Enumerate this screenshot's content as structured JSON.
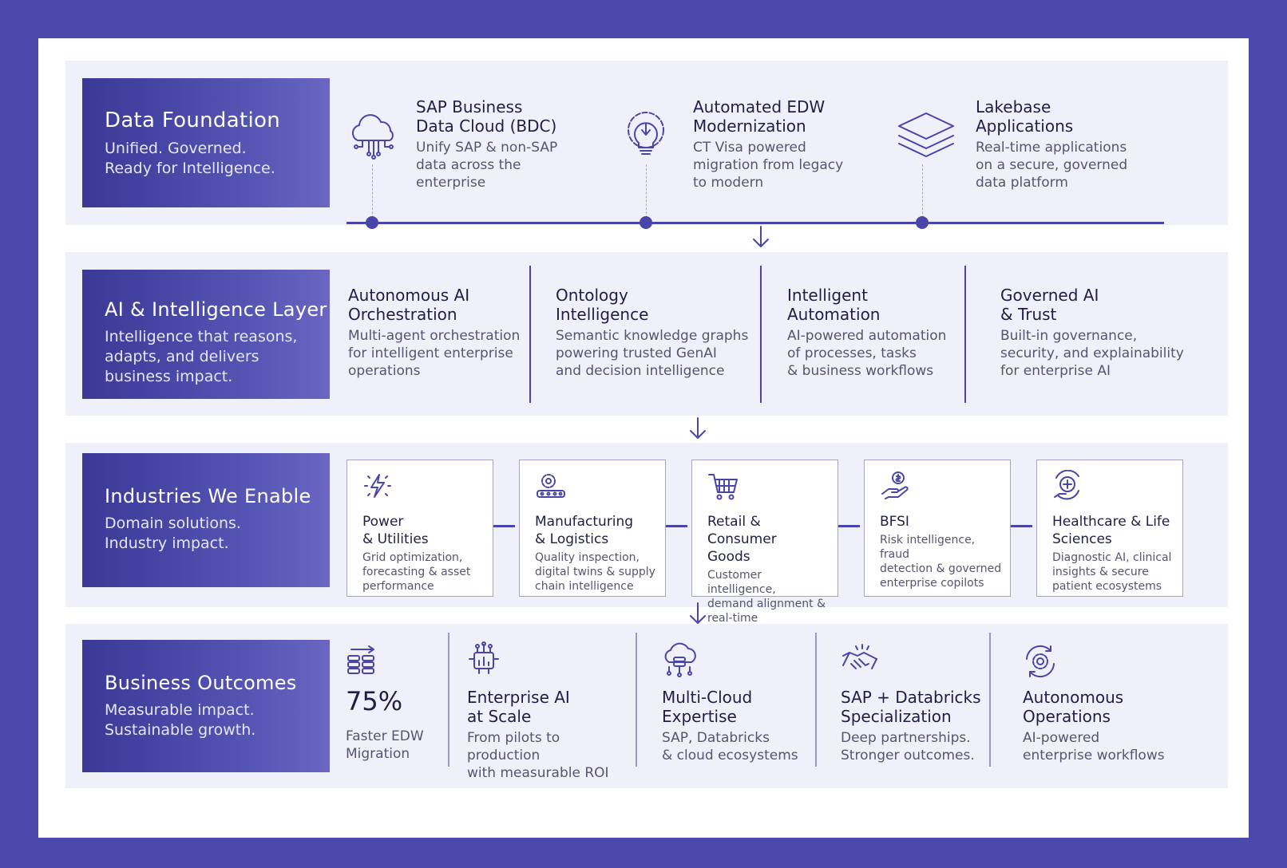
{
  "foundation": {
    "title": "Data Foundation",
    "subtitle": "Unified. Governed.\nReady for Intelligence.",
    "items": [
      {
        "icon": "cloud-network-icon",
        "title": "SAP Business\nData Cloud (BDC)",
        "desc": "Unify SAP & non-SAP\ndata across the\nenterprise"
      },
      {
        "icon": "lightbulb-gear-icon",
        "title": "Automated EDW\nModernization",
        "desc": "CT Visa powered\nmigration from legacy\nto modern"
      },
      {
        "icon": "layers-icon",
        "title": "Lakebase\nApplications",
        "desc": "Real-time applications\non a secure, governed\ndata platform"
      }
    ]
  },
  "ai_layer": {
    "title": "AI & Intelligence Layer",
    "subtitle": "Intelligence that reasons,\nadapts, and delivers\nbusiness impact.",
    "items": [
      {
        "title": "Autonomous AI\nOrchestration",
        "desc": "Multi-agent orchestration\nfor intelligent enterprise\noperations"
      },
      {
        "title": "Ontology\nIntelligence",
        "desc": "Semantic knowledge graphs\npowering trusted GenAI\nand decision intelligence"
      },
      {
        "title": "Intelligent\nAutomation",
        "desc": "AI-powered automation\nof processes, tasks\n& business workflows"
      },
      {
        "title": "Governed AI\n& Trust",
        "desc": "Built-in governance,\nsecurity, and explainability\nfor enterprise AI"
      }
    ]
  },
  "industries": {
    "title": "Industries We Enable",
    "subtitle": "Domain solutions.\nIndustry impact.",
    "items": [
      {
        "icon": "lightning-icon",
        "title": "Power\n& Utilities",
        "desc": "Grid optimization,\nforecasting & asset\nperformance"
      },
      {
        "icon": "conveyor-gear-icon",
        "title": "Manufacturing\n& Logistics",
        "desc": "Quality inspection,\ndigital twins & supply\nchain intelligence"
      },
      {
        "icon": "shopping-cart-icon",
        "title": "Retail & Consumer\nGoods",
        "desc": "Customer intelligence,\ndemand alignment &\nreal-time engagement"
      },
      {
        "icon": "hand-dollar-icon",
        "title": "BFSI",
        "desc": "Risk intelligence, fraud\ndetection & governed\nenterprise copilots"
      },
      {
        "icon": "hand-medical-icon",
        "title": "Healthcare & Life\nSciences",
        "desc": "Diagnostic AI, clinical\ninsights & secure\npatient ecosystems"
      }
    ]
  },
  "outcomes": {
    "title": "Business Outcomes",
    "subtitle": "Measurable impact.\nSustainable growth.",
    "stat": {
      "value": "75%",
      "label": "Faster EDW\nMigration",
      "icon": "database-transfer-icon"
    },
    "items": [
      {
        "icon": "chip-chart-icon",
        "title": "Enterprise AI\nat Scale",
        "desc": "From pilots to production\nwith measurable ROI"
      },
      {
        "icon": "cloud-database-icon",
        "title": "Multi-Cloud\nExpertise",
        "desc": "SAP, Databricks\n& cloud ecosystems"
      },
      {
        "icon": "handshake-icon",
        "title": "SAP + Databricks\nSpecialization",
        "desc": "Deep partnerships.\nStronger outcomes."
      },
      {
        "icon": "gear-cycle-icon",
        "title": "Autonomous\nOperations",
        "desc": "AI-powered\nenterprise workflows"
      }
    ]
  },
  "colors": {
    "frame": "#4a4aad",
    "accent": "#4a46a8",
    "band": "#f0f0fa"
  }
}
